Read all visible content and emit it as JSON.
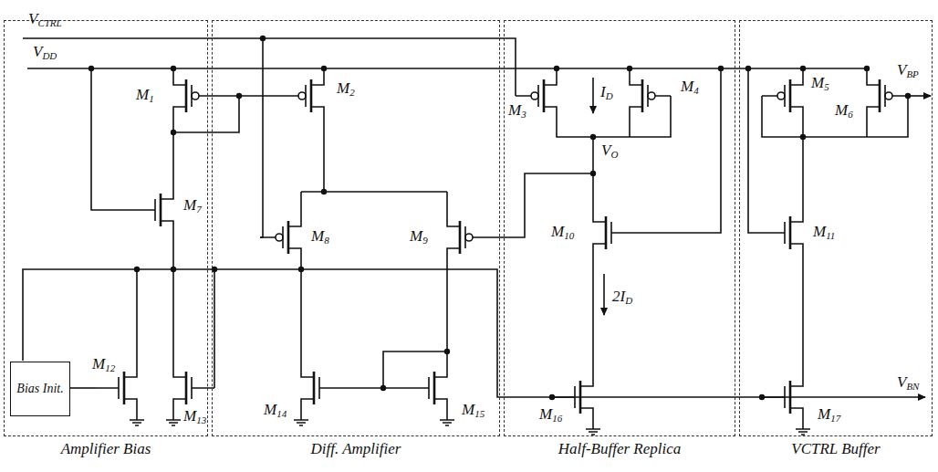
{
  "diagram": {
    "nodes": [
      {
        "text": [
          "Amplifier Bias"
        ]
      },
      {
        "text": [
          "Bias Init."
        ],
        "in": 0
      },
      {
        "text": [
          "Diff. Amplifier"
        ]
      },
      {
        "text": [
          "Half-Buffer Replica"
        ]
      },
      {
        "text": [
          "VCTRL Buffer"
        ]
      }
    ],
    "labels": [
      "VCTRL",
      "VDD",
      "M1",
      "M2",
      "M3",
      "M4",
      "M5",
      "M6",
      "ID",
      "M7",
      "M8",
      "M9",
      "M10",
      "VO",
      "M11",
      "2ID",
      "VBP",
      "M12",
      "M13",
      "M14",
      "M15",
      "M16",
      "M17",
      "VBN"
    ]
  }
}
